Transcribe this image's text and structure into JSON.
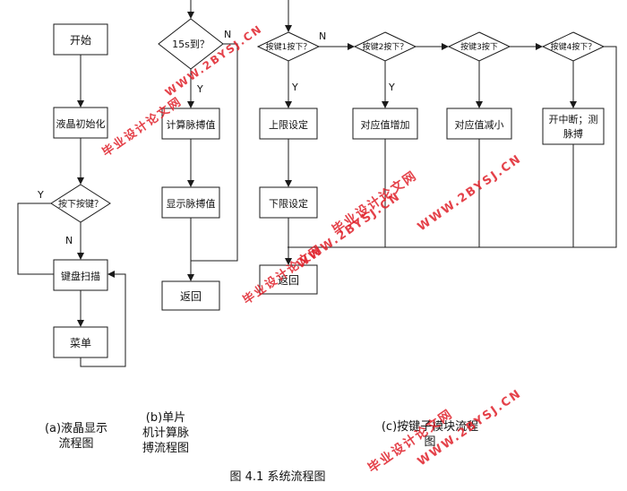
{
  "panel_a": {
    "start": "开始",
    "lcd_init": "液晶初始化",
    "key_pressed": "按下按键？",
    "yes": "Y",
    "no": "N",
    "keyboard_scan": "键盘扫描",
    "menu": "菜单",
    "caption_line1": "(a)液晶显示",
    "caption_line2": "流程图"
  },
  "panel_b": {
    "decision": "15s到？",
    "yes": "Y",
    "no": "N",
    "calc": "计算脉搏值",
    "display": "显示脉搏值",
    "return": "返回",
    "caption_line1": "(b)单片",
    "caption_line2": "机计算脉",
    "caption_line3": "搏流程图"
  },
  "panel_c": {
    "key1": "按键1按下？",
    "key2": "按键2按下？",
    "key3": "按键3按下",
    "key4": "按键4按下？",
    "no": "N",
    "yes": "Y",
    "upper": "上限设定",
    "lower": "下限设定",
    "increase": "对应值增加",
    "decrease": "对应值减小",
    "interrupt_line1": "开中断；测",
    "interrupt_line2": "脉搏",
    "return": "返回",
    "caption_line1": "(c)按键子模块流程",
    "caption_line2": "图"
  },
  "figure_caption": "图 4.1 系统流程图",
  "watermarks": [
    "毕业设计论文网",
    "WWW.2BYSJ.CN"
  ],
  "watermark_color": "#e0202a"
}
